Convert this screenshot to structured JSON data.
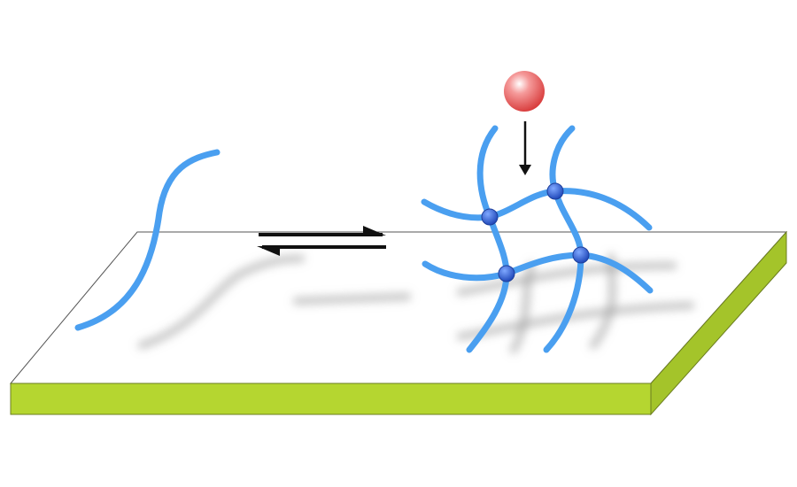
{
  "diagram": {
    "description_labels": [],
    "colors": {
      "substrate_top": "#ffffff",
      "substrate_edge": "#b5d630",
      "strand": "#4a9ff0",
      "crosslink_node": "#2d5fd0",
      "trigger_sphere": "#e85a5a",
      "arrow": "#111111"
    },
    "crosslink_count": 4,
    "icons": [
      "single-polymer-chain",
      "equilibrium-arrows",
      "crosslinked-network",
      "stimulus-sphere",
      "down-arrow",
      "substrate-slab"
    ]
  }
}
